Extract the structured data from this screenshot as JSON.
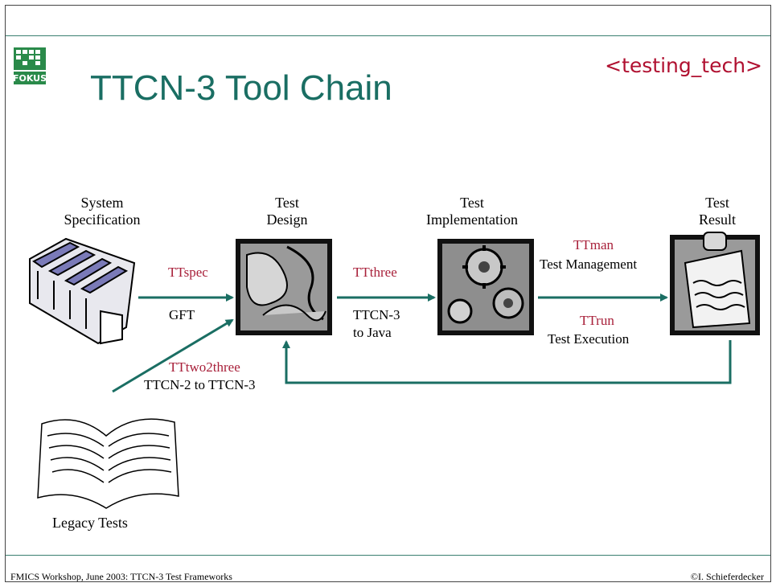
{
  "header": {
    "title": "TTCN-3 Tool Chain",
    "brand": "<testing_tech>",
    "logo_text": "FOKUS"
  },
  "stages": {
    "system_spec": {
      "line1": "System",
      "line2": "Specification"
    },
    "test_design": {
      "line1": "Test",
      "line2": "Design"
    },
    "test_impl": {
      "line1": "Test",
      "line2": "Implementation"
    },
    "test_result": {
      "line1": "Test",
      "line2": "Result"
    },
    "legacy": {
      "label": "Legacy Tests"
    }
  },
  "tools": {
    "ttspec": {
      "name": "TTspec",
      "desc": "GFT"
    },
    "ttthree": {
      "name": "TTthree",
      "desc_line1": "TTCN-3",
      "desc_line2": "to Java"
    },
    "ttman": {
      "name": "TTman",
      "desc": "Test Management"
    },
    "ttrun": {
      "name": "TTrun",
      "desc": "Test Execution"
    },
    "tttwo2three": {
      "name": "TTtwo2three",
      "desc": "TTCN-2 to TTCN-3"
    }
  },
  "footer": {
    "left": "FMICS Workshop, June 2003: TTCN-3 Test Frameworks",
    "right": "©I. Schieferdecker"
  },
  "colors": {
    "accent": "#1a6e63",
    "tool": "#a8203a",
    "brand": "#b01030",
    "line": "#3a7f70"
  }
}
